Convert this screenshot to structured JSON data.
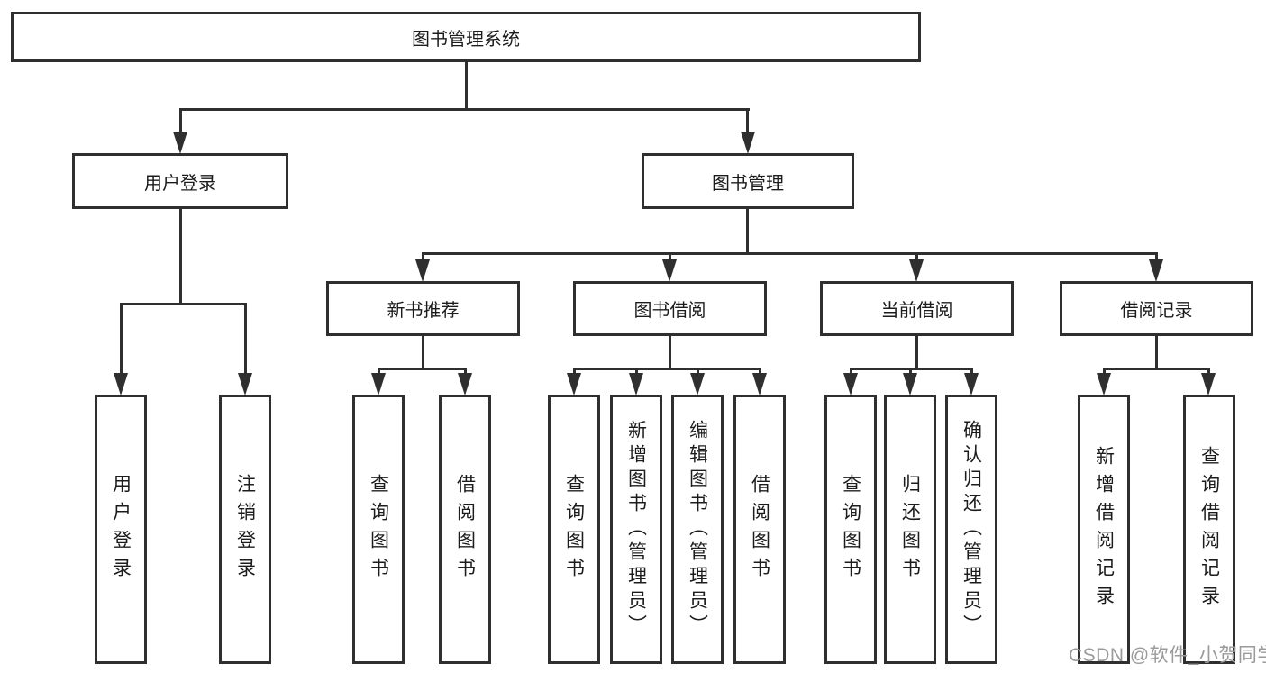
{
  "tree": {
    "root": {
      "label": "图书管理系统"
    },
    "branches": [
      {
        "label": "用户登录",
        "children": [
          "用户登录",
          "注销登录"
        ]
      },
      {
        "label": "图书管理",
        "children": [
          {
            "label": "新书推荐",
            "children": [
              "查询图书",
              "借阅图书"
            ]
          },
          {
            "label": "图书借阅",
            "children": [
              "查询图书",
              "新增图书（管理员）",
              "编辑图书（管理员）",
              "借阅图书"
            ]
          },
          {
            "label": "当前借阅",
            "children": [
              "查询图书",
              "归还图书",
              "确认归还（管理员）"
            ]
          },
          {
            "label": "借阅记录",
            "children": [
              "新增借阅记录",
              "查询借阅记录"
            ]
          }
        ]
      }
    ]
  },
  "watermark": {
    "text": "CSDN @软件_小贺同学"
  },
  "colors": {
    "line": "#2f2f2f",
    "text": "#1c1c1c",
    "watermark": "#9a9a9a",
    "background": "#ffffff"
  }
}
